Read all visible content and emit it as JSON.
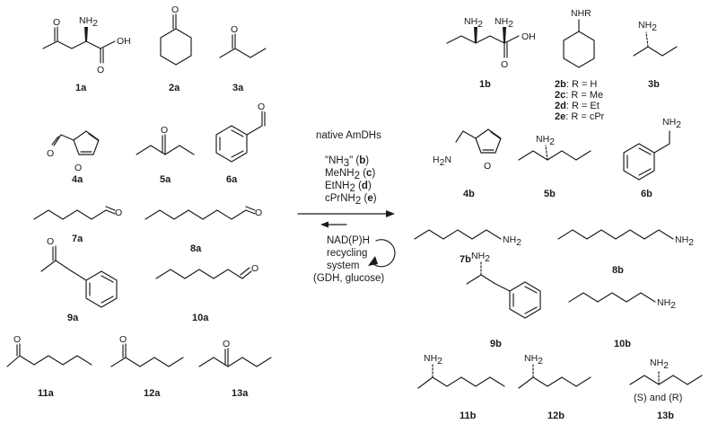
{
  "atoms": {
    "o": "O",
    "oh": "OH",
    "nh2": "NH",
    "h2n": "H",
    "n_two": "2",
    "nhr": "NHR",
    "s_and_r": "(S) and (R)"
  },
  "labels": {
    "s1a": "1a",
    "s2a": "2a",
    "s3a": "3a",
    "s4a": "4a",
    "s5a": "5a",
    "s6a": "6a",
    "s7a": "7a",
    "s8a": "8a",
    "s9a": "9a",
    "s10a": "10a",
    "s11a": "11a",
    "s12a": "12a",
    "s13a": "13a",
    "s1b": "1b",
    "s3b": "3b",
    "s4b": "4b",
    "s5b": "5b",
    "s6b": "6b",
    "s7b": "7b",
    "s8b": "8b",
    "s9b": "9b",
    "s10b": "10b",
    "s11b": "11b",
    "s12b": "12b",
    "s13b": "13b"
  },
  "r_groups": [
    {
      "code": "2b",
      "rest": ": R = H"
    },
    {
      "code": "2c",
      "rest": ": R = Me"
    },
    {
      "code": "2d",
      "rest": ": R = Et"
    },
    {
      "code": "2e",
      "rest": ": R = cPr"
    }
  ],
  "conditions": {
    "catalyst": "native AmDHs",
    "amine_donors": [
      {
        "pre": "\"NH",
        "sub": "3",
        "post": "\" (",
        "code": "b",
        "end": ")"
      },
      {
        "pre": "MeNH",
        "sub": "2",
        "post": " (",
        "code": "c",
        "end": ")"
      },
      {
        "pre": "EtNH",
        "sub": "2",
        "post": " (",
        "code": "d",
        "end": ")"
      },
      {
        "pre": "cPrNH",
        "sub": "2",
        "post": " (",
        "code": "e",
        "end": ")"
      }
    ],
    "recycling": [
      "NAD(P)H",
      "recycling",
      "system",
      "(GDH, glucose)"
    ]
  }
}
